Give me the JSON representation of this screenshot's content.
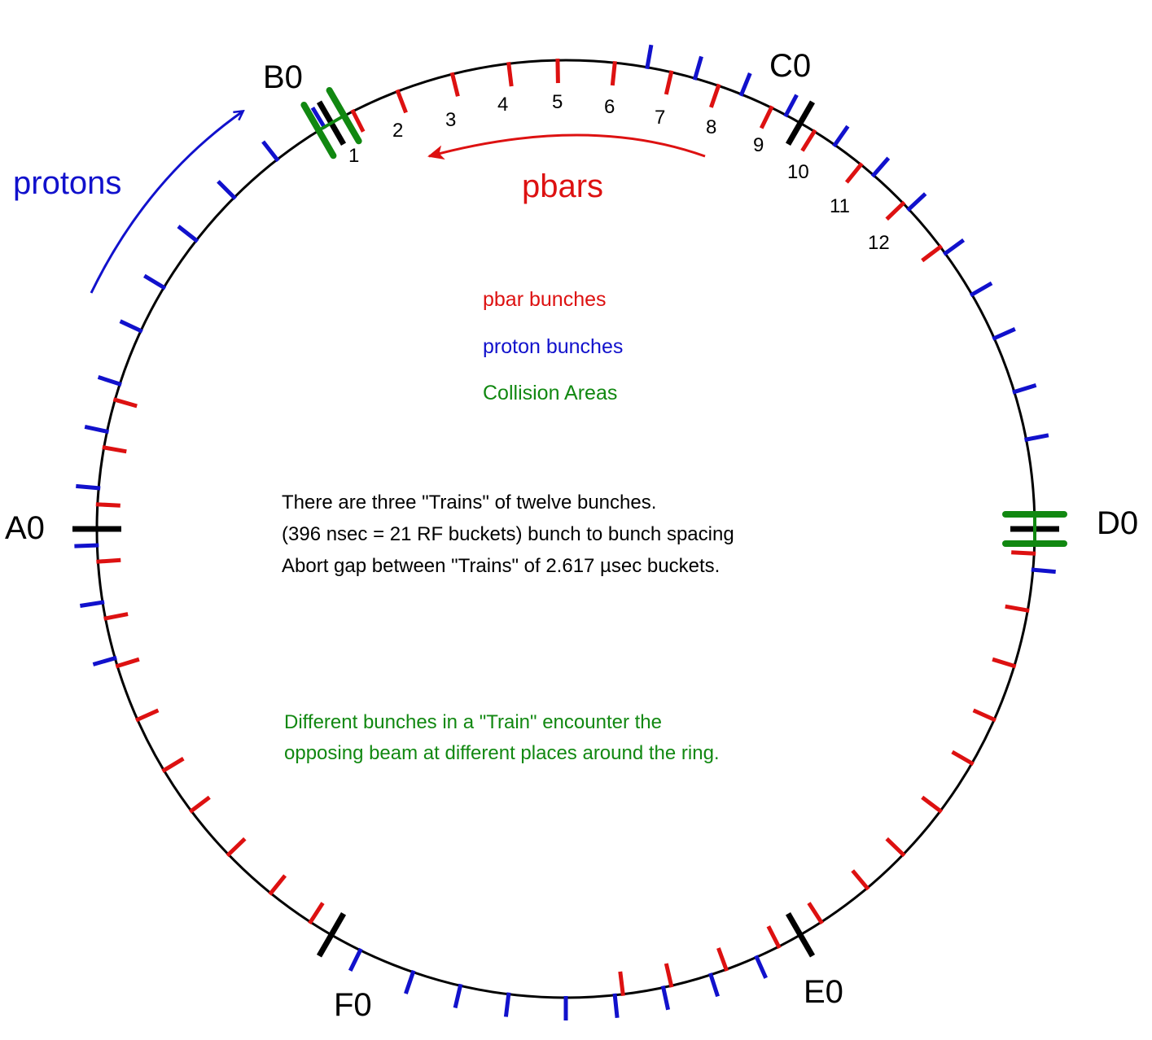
{
  "colors": {
    "ring": "#000000",
    "pbar": "#dd1111",
    "proton": "#1111cc",
    "collision": "#118811",
    "station": "#000000",
    "text": "#000000"
  },
  "stations": [
    {
      "id": "A0",
      "label": "A0",
      "angle_deg": 180
    },
    {
      "id": "B0",
      "label": "B0",
      "angle_deg": 240
    },
    {
      "id": "C0",
      "label": "C0",
      "angle_deg": 300
    },
    {
      "id": "D0",
      "label": "D0",
      "angle_deg": 0
    },
    {
      "id": "E0",
      "label": "E0",
      "angle_deg": 60
    },
    {
      "id": "F0",
      "label": "F0",
      "angle_deg": 120
    }
  ],
  "collision_areas": [
    {
      "station": "B0"
    },
    {
      "station": "D0"
    }
  ],
  "bunch_numbers": [
    "1",
    "2",
    "3",
    "4",
    "5",
    "6",
    "7",
    "8",
    "9",
    "10",
    "11",
    "12"
  ],
  "direction_labels": {
    "protons": "protons",
    "pbars": "pbars"
  },
  "legend": {
    "pbar": "pbar bunches",
    "proton": "proton bunches",
    "collision": "Collision Areas"
  },
  "description": [
    "There are three \"Trains\" of twelve bunches.",
    "(396 nsec = 21 RF buckets) bunch to bunch spacing",
    "Abort gap between \"Trains\" of 2.617 µsec buckets."
  ],
  "note": [
    "Different bunches in a \"Train\" encounter the",
    "opposing beam at different places around the ring."
  ],
  "bunches": {
    "pbar_angles_deg": [
      243,
      249,
      256,
      263,
      269,
      276,
      283,
      289,
      296,
      302,
      309,
      316,
      323,
      3,
      10,
      17,
      24,
      30,
      37,
      44,
      50,
      57,
      63,
      70,
      77,
      83,
      123,
      129,
      136,
      143,
      149,
      156,
      163,
      169,
      176,
      183,
      190,
      196
    ],
    "proton_angles_deg": [
      5,
      60,
      66,
      72,
      78,
      84,
      90,
      97,
      103,
      109,
      116,
      120,
      164,
      171,
      178,
      185,
      192,
      198,
      205,
      211,
      218,
      225,
      232,
      239,
      280,
      286,
      292,
      298,
      305,
      311,
      317,
      324,
      330,
      336,
      343,
      349
    ]
  }
}
